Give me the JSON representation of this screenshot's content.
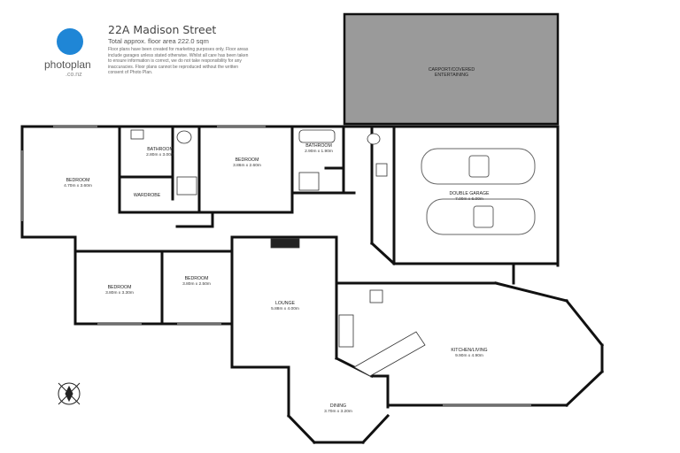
{
  "header": {
    "address": "22A Madison Street",
    "floor_area": "Total approx. floor area 222.0 sqm",
    "disclaimer": "Floor plans have been created for marketing purposes only. Floor areas include garages unless stated otherwise. Whilst all care has been taken to ensure information is correct, we do not take responsibility for any inaccuracies. Floor plans cannot be reproduced without the written consent of Photo Plan."
  },
  "logo": {
    "name": "photoplan",
    "suffix": ".co.nz",
    "color": "#1f86d6"
  },
  "colors": {
    "wall": "#111111",
    "carport_fill": "#9a9a9a",
    "background": "#ffffff"
  },
  "rooms": {
    "carport": {
      "name": "CARPORT/COVERED",
      "name2": "ENTERTAINING"
    },
    "bedroom1": {
      "name": "BEDROOM",
      "dims": "4.70m  x 3.60m"
    },
    "bathroom1": {
      "name": "BATHROOM",
      "dims": "2.80m  x 3.00m"
    },
    "wardrobe": {
      "name": "WARDROBE"
    },
    "bedroom2": {
      "name": "BEDROOM",
      "dims": "3.86m  x 2.60m"
    },
    "bathroom2": {
      "name": "BATHROOM",
      "dims": "2.90m  x 1.90m"
    },
    "garage": {
      "name": "DOUBLE GARAGE",
      "dims": "7.00m  x 6.00m"
    },
    "bedroom3": {
      "name": "BEDROOM",
      "dims": "3.80m  x 3.30m"
    },
    "bedroom4": {
      "name": "BEDROOM",
      "dims": "3.80m  x 2.50m"
    },
    "lounge": {
      "name": "LOUNGE",
      "dims": "5.88m  x 4.00m"
    },
    "kitchen": {
      "name": "KITCHEN/LIVING",
      "dims": "9.90m  x 4.90m"
    },
    "dining": {
      "name": "DINING",
      "dims": "3.70m  x 3.20m"
    }
  },
  "compass": {
    "icon": "compass-icon"
  }
}
